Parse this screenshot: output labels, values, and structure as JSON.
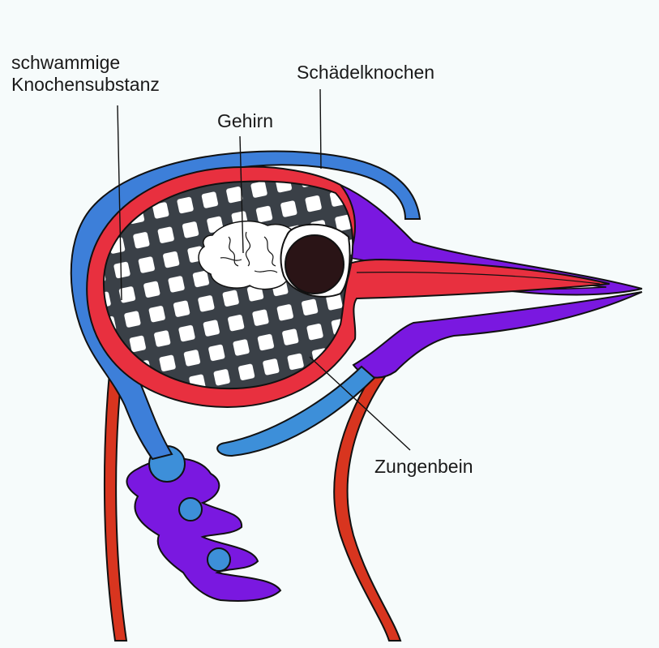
{
  "labels": {
    "spongy_line1": "schwammige",
    "spongy_line2": "Knochensubstanz",
    "skull": "Schädelknochen",
    "brain": "Gehirn",
    "hyoid": "Zungenbein"
  },
  "colors": {
    "background": "#f6fbfb",
    "skull_bone": "#3d7fd9",
    "hyoid_red": "#e8303f",
    "beak_purple": "#7a18e0",
    "spongy_bone": "#3a4047",
    "brain": "#ffffff",
    "eye": "#2a1416",
    "neck_red": "#d8351f",
    "vertebra_purple": "#7a18e0",
    "vertebra_blue": "#3d8fd9",
    "outline": "#111111"
  },
  "icons": {
    "eye": "eye-icon"
  }
}
